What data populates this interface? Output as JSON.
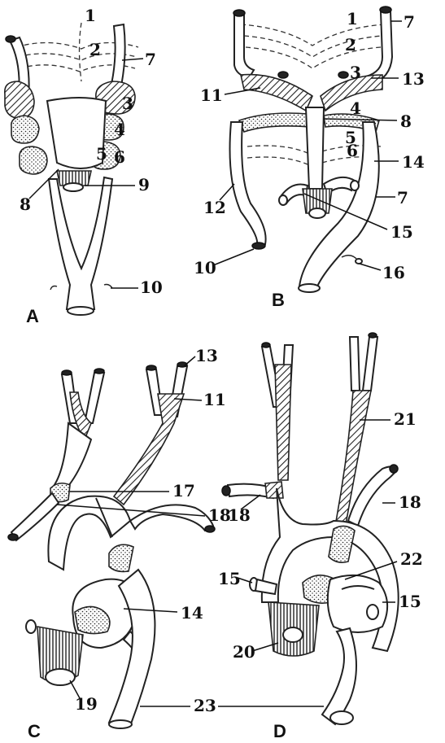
{
  "panels": {
    "A": {
      "label": "A",
      "numbers": [
        "1",
        "2",
        "3",
        "4",
        "5",
        "6",
        "7",
        "8",
        "9",
        "10"
      ]
    },
    "B": {
      "label": "B",
      "numbers": [
        "1",
        "2",
        "3",
        "4",
        "5",
        "6",
        "7",
        "7",
        "8",
        "10",
        "11",
        "12",
        "13",
        "14",
        "15",
        "16"
      ]
    },
    "C": {
      "label": "C",
      "numbers": [
        "11",
        "13",
        "14",
        "17",
        "18",
        "19",
        "23"
      ]
    },
    "D": {
      "label": "D",
      "numbers": [
        "15",
        "15",
        "18",
        "20",
        "21",
        "22"
      ]
    }
  }
}
